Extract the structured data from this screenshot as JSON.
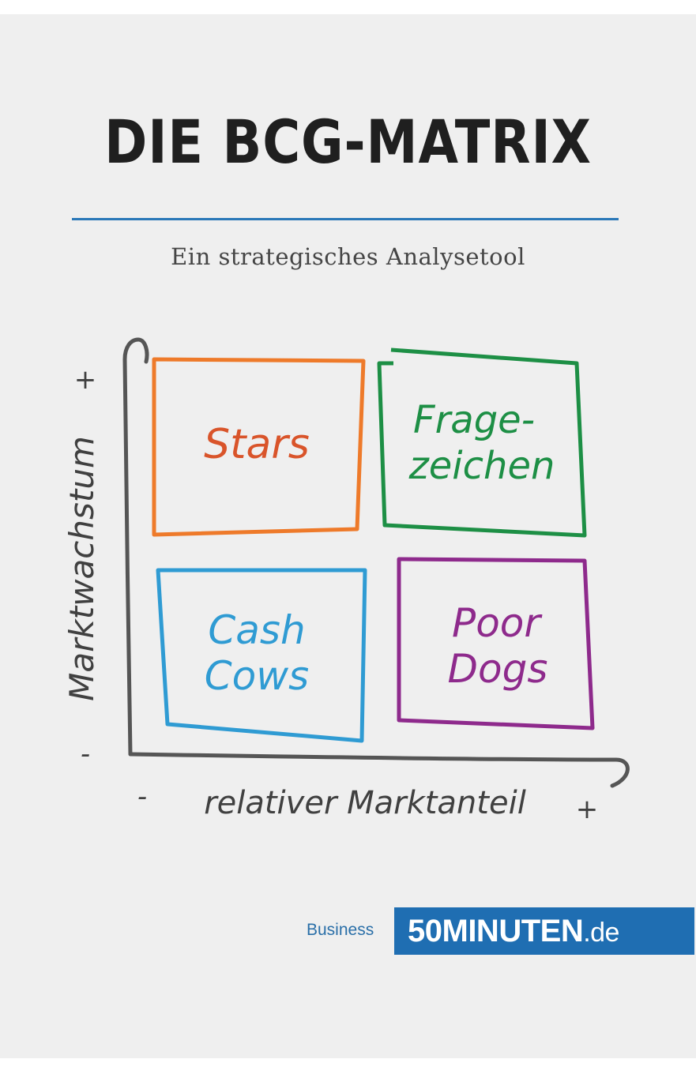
{
  "title": "DIE BCG-MATRIX",
  "subtitle": "Ein strategisches Analysetool",
  "diagram": {
    "y_axis_label": "Marktwachstum",
    "x_axis_label": "relativer Marktanteil",
    "y_plus": "+",
    "y_minus": "-",
    "x_minus": "-",
    "x_plus": "+",
    "quadrants": {
      "stars": {
        "line1": "Stars",
        "color": "#ee7a2a"
      },
      "question_marks": {
        "line1": "Frage-",
        "line2": "zeichen",
        "color": "#1d8f45"
      },
      "cash_cows": {
        "line1": "Cash",
        "line2": "Cows",
        "color": "#2f9bd3"
      },
      "poor_dogs": {
        "line1": "Poor",
        "line2": "Dogs",
        "color": "#8e2a8c"
      }
    },
    "axis_color": "#555555"
  },
  "brand": {
    "category": "Business",
    "name": "50MINUTEN",
    "tld": ".de",
    "color": "#1f6eb2"
  }
}
